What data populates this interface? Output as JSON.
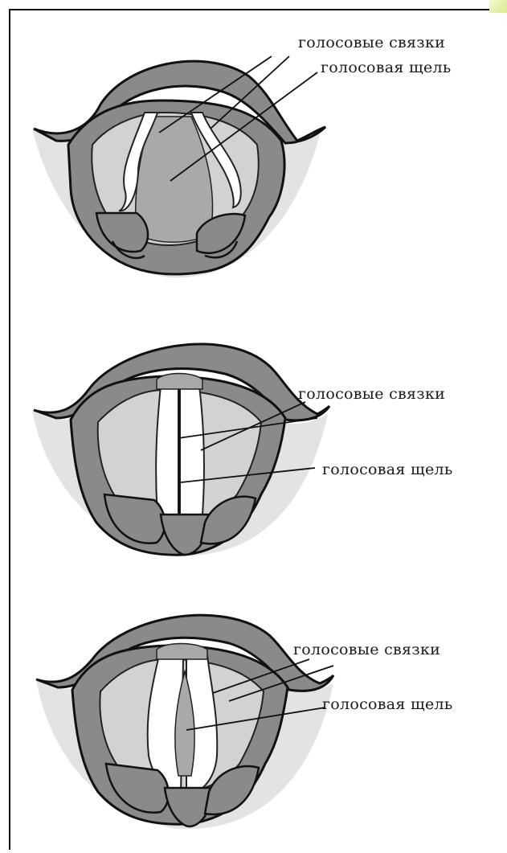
{
  "labels": {
    "top": {
      "cords": "голосовые связки",
      "glottis": "голосовая щель"
    },
    "middle": {
      "cords": "голосовые связки",
      "glottis": "голосовая щель"
    },
    "bottom": {
      "cords": "голосовые связки",
      "glottis": "голосовая щель"
    }
  },
  "colors": {
    "border": "#111111",
    "tissue_dark": "#8a8a8a",
    "tissue_light": "#d2d2d2",
    "halo": "#e3e3e3",
    "cords": "#ffffff",
    "glottis": "#a9a9a9",
    "accent": "#d8ec8e"
  }
}
